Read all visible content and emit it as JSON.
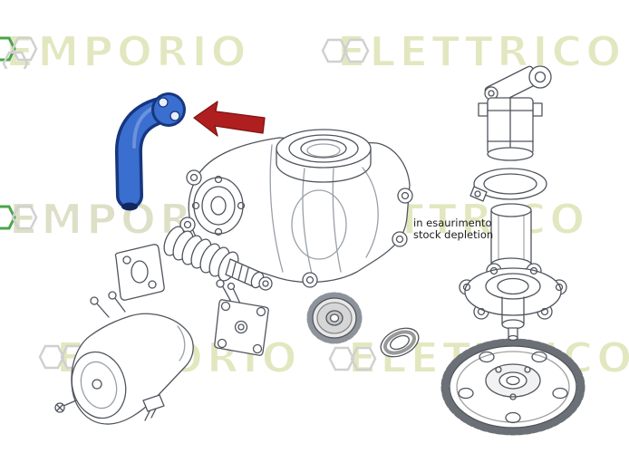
{
  "watermark": {
    "word_left": "EMPORIO",
    "word_right": "ELETTRICO"
  },
  "annotation": {
    "line1": "in esaurimento",
    "line2": "stock depletion"
  },
  "colors": {
    "highlight_fill": "#3a6ecf",
    "highlight_outline": "#16367e",
    "arrow_red": "#b01f1f",
    "line_art": "#50555d",
    "watermark_yellow": "#e3e7bf",
    "hexagon_green": "#4aa54a",
    "hexagon_gray": "#d0d0d0"
  },
  "diagram": {
    "highlighted_part": "release-arm",
    "parts": [
      "release-arm",
      "gearbox-housing",
      "worm-spring",
      "flange-plate",
      "gearmotor",
      "mounting-bracket",
      "spur-gear",
      "ball-bearing",
      "crown-gear",
      "release-lever",
      "lock-body",
      "clamp-ring",
      "piston-cylinder",
      "flange-hub"
    ]
  }
}
